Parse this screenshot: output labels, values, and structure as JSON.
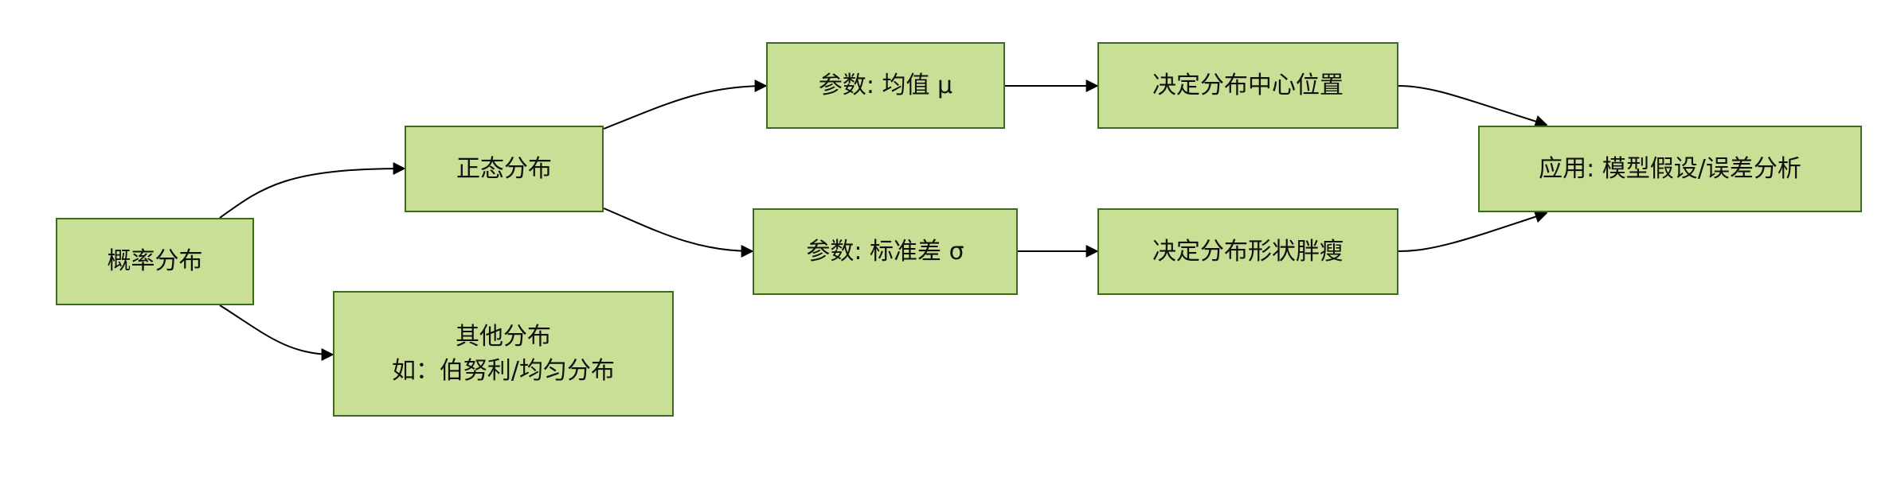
{
  "diagram": {
    "nodes": {
      "probability": {
        "label": "概率分布"
      },
      "normal": {
        "label": "正态分布"
      },
      "other": {
        "label_line1": "其他分布",
        "label_line2": "如：伯努利/均匀分布"
      },
      "mean": {
        "label": "参数: 均值 μ"
      },
      "std": {
        "label": "参数: 标准差 σ"
      },
      "center": {
        "label": "决定分布中心位置"
      },
      "shape": {
        "label": "决定分布形状胖瘦"
      },
      "application": {
        "label": "应用: 模型假设/误差分析"
      }
    },
    "edges": [
      {
        "from": "probability",
        "to": "normal"
      },
      {
        "from": "probability",
        "to": "other"
      },
      {
        "from": "normal",
        "to": "mean"
      },
      {
        "from": "normal",
        "to": "std"
      },
      {
        "from": "mean",
        "to": "center"
      },
      {
        "from": "std",
        "to": "shape"
      },
      {
        "from": "center",
        "to": "application"
      },
      {
        "from": "shape",
        "to": "application"
      }
    ],
    "colors": {
      "node_fill": "#c9df95",
      "node_border": "#3b6b1f",
      "edge": "#000000"
    }
  }
}
